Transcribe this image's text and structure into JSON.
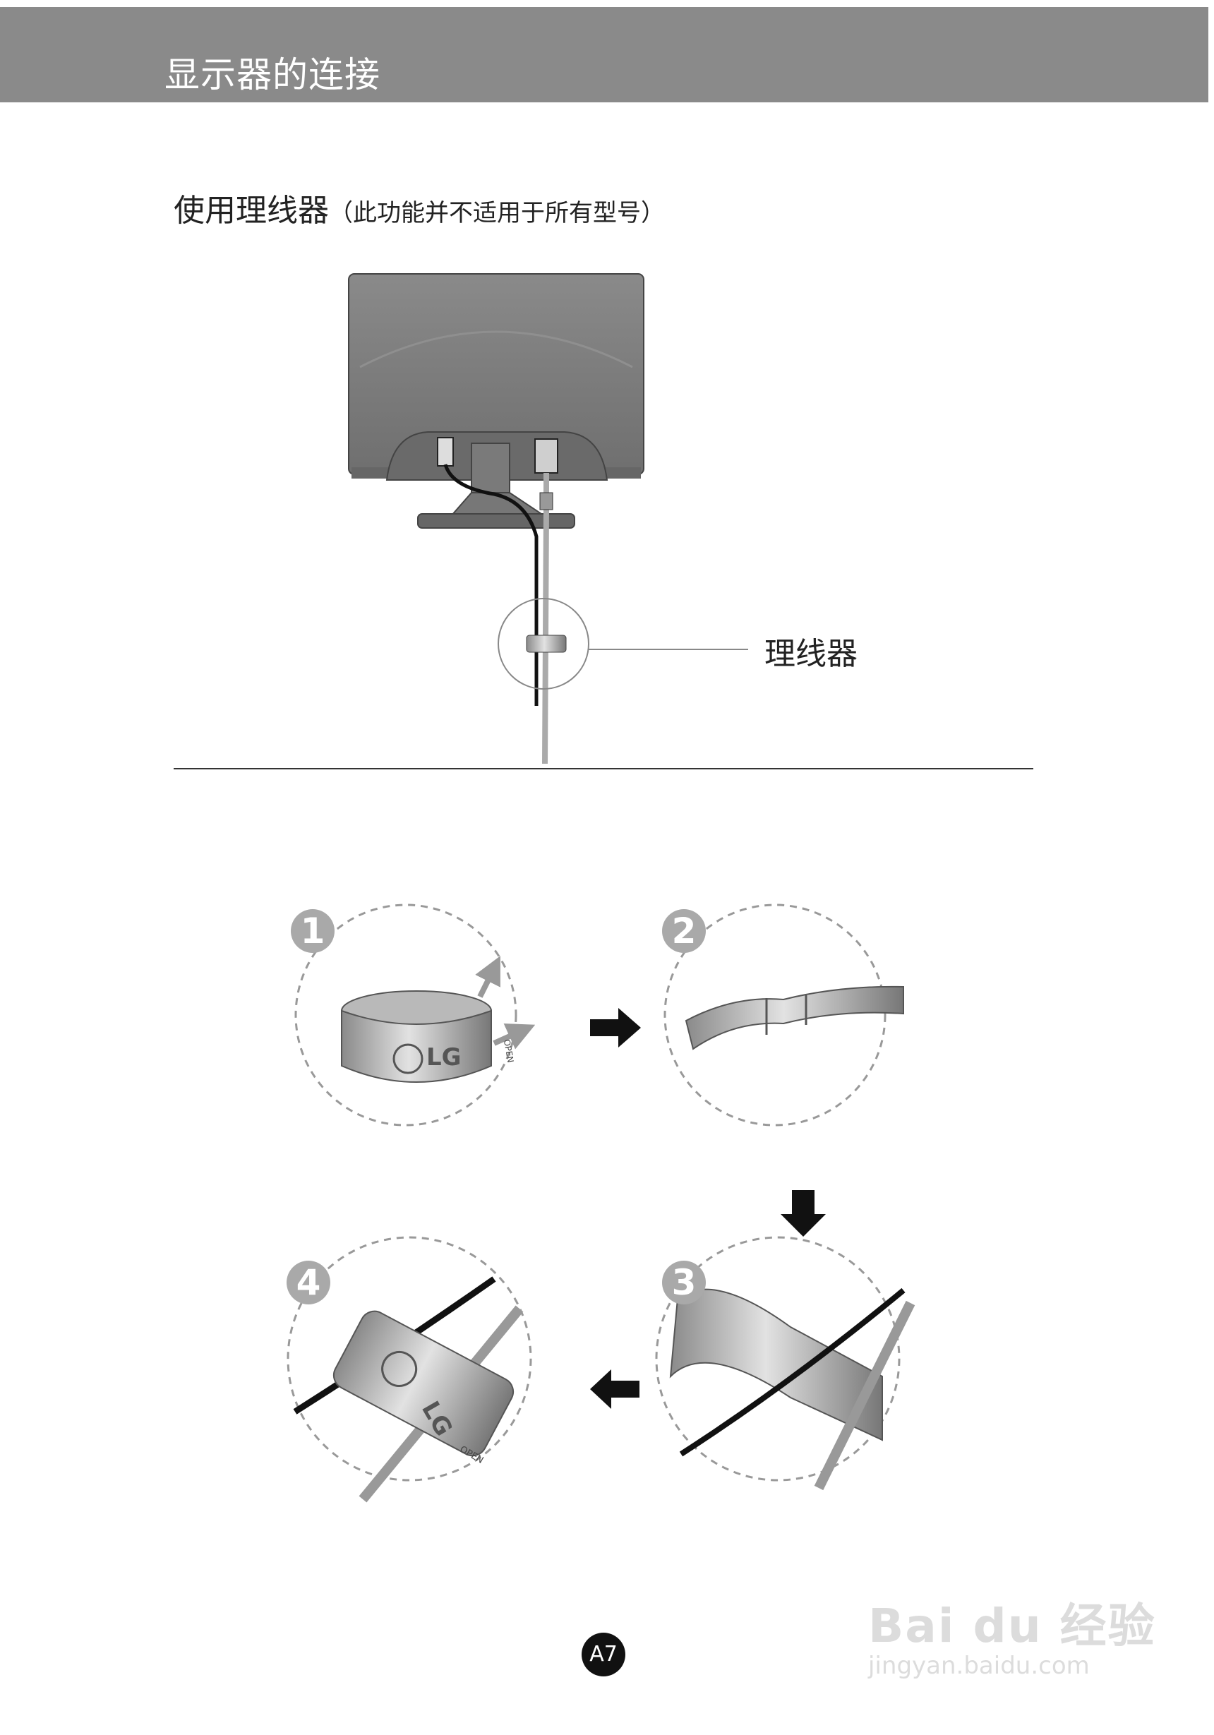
{
  "header": {
    "title": "显示器的连接"
  },
  "section": {
    "title": "使用理线器",
    "note": "（此功能并不适用于所有型号）"
  },
  "callout": {
    "label": "理线器"
  },
  "steps": [
    "1",
    "2",
    "3",
    "4"
  ],
  "brand_text": "LG",
  "clip_open_text": "OPEN",
  "footer": {
    "page": "A7"
  },
  "watermark": {
    "main": "Bai du 经验",
    "sub": "jingyan.baidu.com"
  },
  "colors": {
    "header_bg": "#8a8a8a",
    "step_badge": "#a9a9a9",
    "monitor": "#777777"
  }
}
